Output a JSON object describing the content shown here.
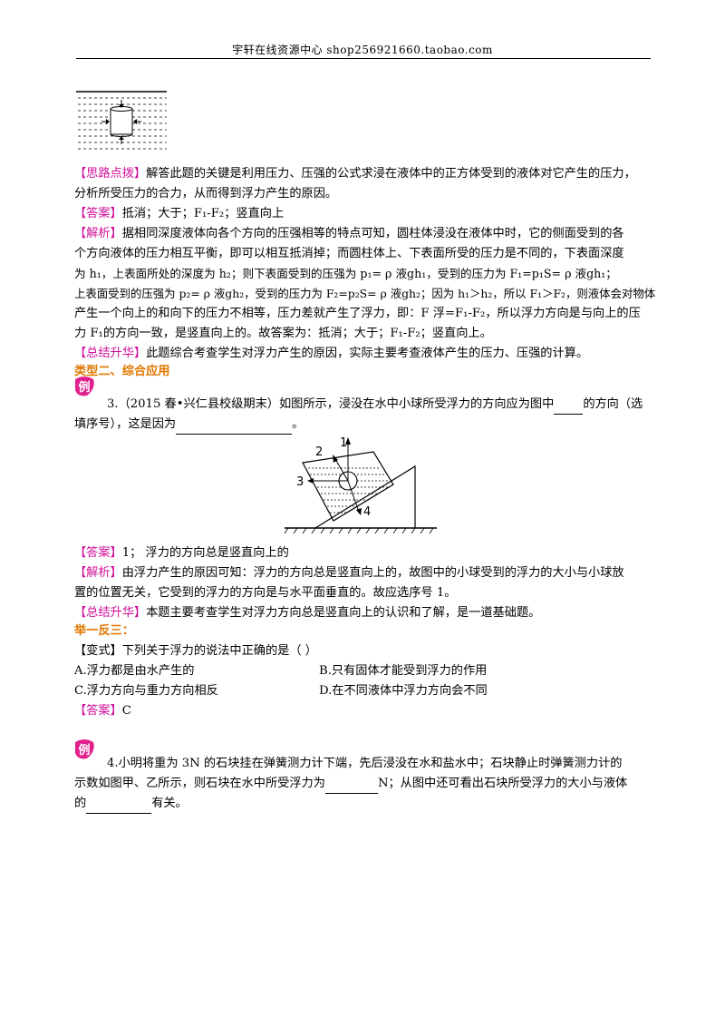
{
  "header": {
    "text": "宇轩在线资源中心   shop256921660.taobao.com"
  },
  "q2": {
    "hint_tag": "【思路点拨】",
    "hint_1": "解答此题的关键是利用压力、压强的公式求浸在液体中的正方体受到的液体对它产生的压力，",
    "hint_2": "分析所受压力的合力，从而得到浮力产生的原因。",
    "answer_tag": "【答案】",
    "answer_text": "抵消；大于；F₁-F₂；竖直向上",
    "analysis_tag": "【解析】",
    "analysis_1": "据相同深度液体向各个方向的压强相等的特点可知，圆柱体浸没在液体中时，它的侧面受到的各",
    "analysis_2": "个方向液体的压力相互平衡，即可以相互抵消掉；而圆柱体上、下表面所受的压力是不同的，下表面深度",
    "analysis_3": "为 h₁，上表面所处的深度为 h₂；则下表面受到的压强为 p₁= ρ 液gh₁，受到的压力为 F₁=p₁S= ρ 液gh₁；",
    "analysis_4": "上表面受到的压强为 p₂= ρ 液gh₂，受到的压力为 F₂=p₂S= ρ 液gh₂；因为 h₁＞h₂，所以 F₁＞F₂，则液体会对物体",
    "analysis_5": "产生一个向上的和向下的压力不相等，压力差就产生了浮力，即：F 浮=F₁-F₂，所以浮力方向是与向上的压",
    "analysis_6": "力 F₁的方向一致，是竖直向上的。故答案为：抵消；大于；F₁-F₂；竖直向上。",
    "summary_tag": "【总结升华】",
    "summary_text": "此题综合考查学生对浮力产生的原因，实际主要考查液体产生的压力、压强的计算。"
  },
  "section2": {
    "title": "类型二、综合应用"
  },
  "example_icon": {
    "char": "例"
  },
  "q3": {
    "stem_1a": "3.（2015 春•兴仁县校级期末）如图所示，浸没在水中小球所受浮力的方向应为图中",
    "stem_1b": "的方向（选",
    "stem_2a": "填序号），这是因为",
    "stem_2b": "。",
    "figure_labels": [
      "1",
      "2",
      "3",
      "4"
    ],
    "answer_tag": "【答案】",
    "answer_text": "1；  浮力的方向总是竖直向上的",
    "analysis_tag": "【解析】",
    "analysis_1": "由浮力产生的原因可知：浮力的方向总是竖直向上的，故图中的小球受到的浮力的大小与小球放",
    "analysis_2": "置的位置无关，它受到的浮力的方向是与水平面垂直的。故应选序号 1。",
    "summary_tag": "【总结升华】",
    "summary_text": "本题主要考查学生对浮力方向总是竖直向上的认识和了解，是一道基础题。"
  },
  "practice": {
    "title": "举一反三：",
    "stem": "【变式】下列关于浮力的说法中正确的是（      ）",
    "options": {
      "a": "A.浮力都是由水产生的",
      "b": "B.只有固体才能受到浮力的作用",
      "c": "C.浮力方向与重力方向相反",
      "d": "D.在不同液体中浮力方向会不同"
    },
    "answer_tag": "【答案】",
    "answer_text": "C"
  },
  "q4": {
    "stem_1": "4.小明将重为 3N 的石块挂在弹簧测力计下端，先后浸没在水和盐水中；石块静止时弹簧测力计的",
    "stem_2a": "示数如图甲、乙所示，则石块在水中所受浮力为",
    "stem_2b": "N；从图中还可看出石块所受浮力的大小与液体",
    "stem_3a": "的",
    "stem_3b": "有关。"
  },
  "colors": {
    "tag": "#d0109a",
    "heading": "#e07800",
    "icon": "#e0208c"
  }
}
